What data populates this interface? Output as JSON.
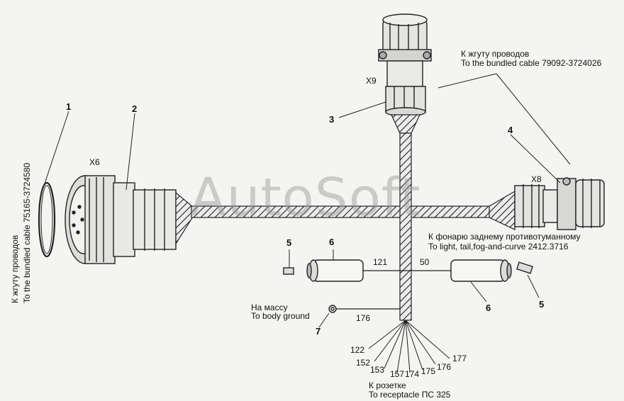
{
  "watermark": "AutoSoft",
  "connectors": {
    "x6": "X6",
    "x8": "X8",
    "x9": "X9"
  },
  "callouts": {
    "c1": "1",
    "c2": "2",
    "c3": "3",
    "c4": "4",
    "c5a": "5",
    "c5b": "5",
    "c6a": "6",
    "c6b": "6",
    "c7": "7"
  },
  "notes": {
    "bundle_top_ru": "К жгуту проводов",
    "bundle_top_en": "To the bundled cable 79092-3724026",
    "bundle_left_ru": "К жгуту проводов",
    "bundle_left_en": "To the bundled cable 75165-3724580",
    "tail_ru": "К фонарю заднему противотуманному",
    "tail_en": "To light, tail,fog-and-curve 2412.3716",
    "ground_ru": "На массу",
    "ground_en": "To body ground",
    "receptacle_ru": "К розетке",
    "receptacle_en": "To receptacle ПС 325"
  },
  "wires": {
    "w121": "121",
    "w50": "50",
    "w176": "176",
    "w122": "122",
    "w152": "152",
    "w153": "153",
    "w157": "157",
    "w174": "174",
    "w175": "175",
    "w176b": "176",
    "w177": "177"
  }
}
